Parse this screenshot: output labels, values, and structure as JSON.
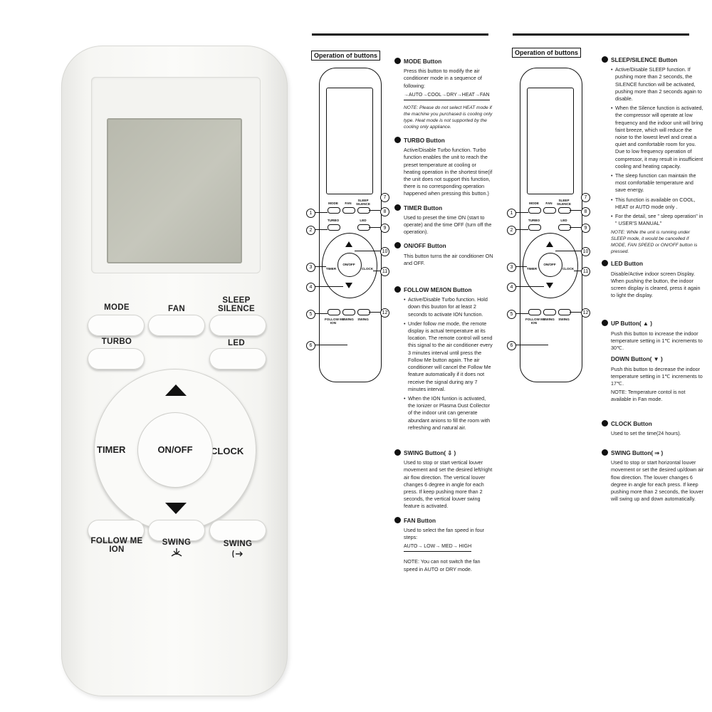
{
  "remote": {
    "mode": "MODE",
    "fan": "FAN",
    "sleep1": "SLEEP",
    "sleep2": "SILENCE",
    "turbo": "TURBO",
    "led": "LED",
    "timer": "TIMER",
    "onoff": "ON/OFF",
    "clock": "CLOCK",
    "follow1": "FOLLOW ME",
    "follow2": "ION",
    "swing_v": "SWING",
    "swing_h": "SWING"
  },
  "diagram": {
    "mode": "MODE",
    "fan": "FAN",
    "sleep1": "SLEEP",
    "sleep2": "SILENCE",
    "turbo": "TURBO",
    "led": "LED",
    "timer": "TIMER",
    "onoff": "ON/OFF",
    "clock": "CLOCK",
    "follow1": "FOLLOW ME",
    "follow2": "ION",
    "swing": "SWING",
    "callouts": [
      "1",
      "2",
      "3",
      "4",
      "5",
      "6",
      "7",
      "8",
      "9",
      "10",
      "11",
      "12"
    ]
  },
  "manual_left": {
    "section_title": "Operation of buttons",
    "mode_title": "MODE  Button",
    "mode_body": "Press this button to modify the air conditioner mode in a sequence of  following:",
    "mode_seq": "→AUTO→COOL→DRY→HEAT→FAN",
    "mode_note": "NOTE:  Please do not select HEAT mode if the machine you purchased is cooling only type. Heat mode is not supported by the cooling only appliance.",
    "turbo_title": "TURBO Button",
    "turbo_body": "Active/Disable Turbo function. Turbo function enables the unit to reach the preset temperature at cooling or heating operation in the shortest time(if the unit does not support this function, there is no corresponding operation happened when pressing this button.)",
    "timer_title": "TIMER Button",
    "timer_body": "Used to preset the time ON (start to operate) and the time OFF (turn off the operation).",
    "onoff_title": "ON/OFF Button",
    "onoff_body": "This button turns the air conditioner ON and OFF.",
    "follow_title": "FOLLOW ME/ION Button",
    "follow_b1": "Active/Disable Turbo function. Hold down this buuton for at least 2 seconds to activate ION function.",
    "follow_b2": "Under follow me mode, the remote display is actual temperature at its location. The remote control will send this signal to the air conditioner every 3 minutes interval until press the Follow Me button again. The air conditioner will cancel the Follow Me feature automatically if it does not receive the signal during any 7 minutes interval.",
    "follow_b3": "When the ION funtion is activated, the Ionizer or Plasma Dust Collector of the indoor unit can generate abundant anions to fill the room with refreshing and natural air.",
    "swing_title": "SWING Button( ⇩ )",
    "swing_body": "Used to stop or start vertical louver movement and set the desired left/right air flow direction. The vertical louver changes 6 degree in angle for each press. If keep pushing more than 2 seconds, the vertical louver swing feature is activated.",
    "fan_title": "FAN Button",
    "fan_body": "Used to select the fan speed in four steps:",
    "fan_seq": "AUTO→ LOW→ MED→ HIGH",
    "fan_note": "NOTE: You can not switch the fan speed in AUTO or DRY mode."
  },
  "manual_right": {
    "section_title": "Operation of buttons",
    "sleep_title": "SLEEP/SILENCE Button",
    "sleep_b1": "Active/Disable SLEEP function. If pushing more than 2 seconds, the SILENCE function will be activated, pushing more than 2 seconds again to disable.",
    "sleep_b2": "When the Silence function is activated, the compressor will operate at low frequency and the indoor unit will bring faint breeze, which will reduce the noise to the lowest level and creat a quiet and comfortable room for you. Due to low frequency operation of compressor, it may result in insufficient cooling and heating capacity.",
    "sleep_b3": "The sleep function can maintain the most comfortable temperature and save energy.",
    "sleep_b4": "This function is available on COOL, HEAT or AUTO mode only .",
    "sleep_b5": "For the detail, see \" sleep operation\" in \" USER'S MANUAL\"",
    "sleep_note": "NOTE: While the unit is running under SLEEP mode, it would be cancelled if MODE, FAN SPEED or ON/OFF button is pressed.",
    "led_title": "LED Button",
    "led_body": "Disable/Active indoor screen Display. When pushing the button, the indoor screen display is cleared, press it again to light the display.",
    "up_title": "UP Button(  ▲  )",
    "up_body": "Push this button to increase the indoor temperature setting in 1℃ increments to 30℃.",
    "down_title": "DOWN Button(  ▼  )",
    "down_body": "Push this button to decrease the indoor temperature setting in 1℃ increments to 17℃.",
    "down_note": "NOTE:  Temperature contol is not available in Fan mode.",
    "clock_title": "CLOCK Button",
    "clock_body": "Used to set the time(24 hours).",
    "swing_title": "SWING Button( ⇒ )",
    "swing_body": "Used to stop or start horizontal louver movement or set the desired up/down air flow direction. The louver changes 6 degree in angle for each press. If keep pushing more than 2 seconds, the louver will swing  up and down automatically."
  }
}
